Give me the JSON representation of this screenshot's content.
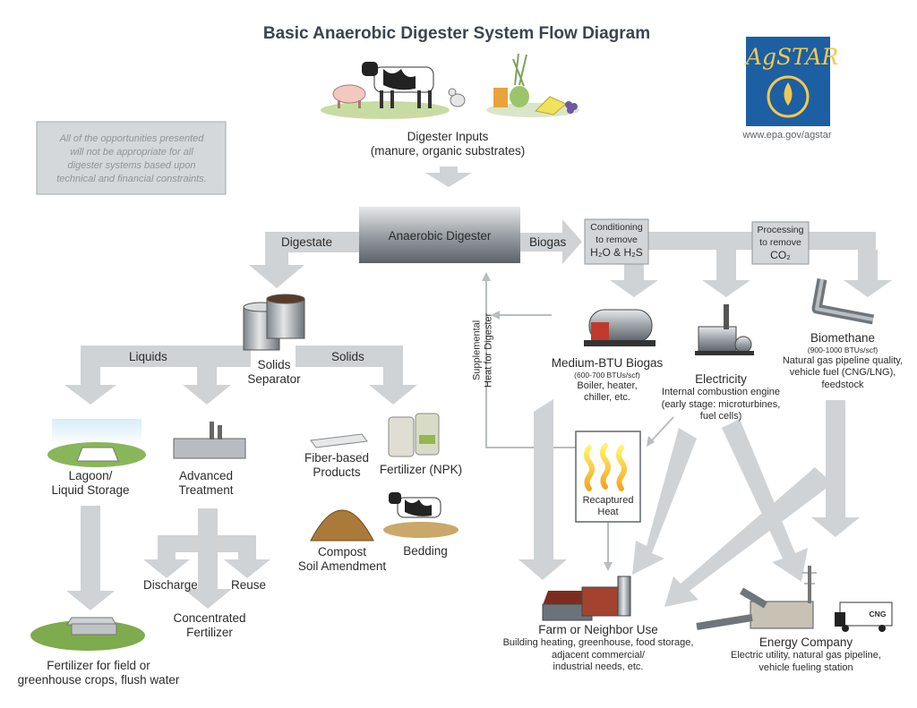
{
  "title": "Basic Anaerobic Digester System Flow Diagram",
  "logo": {
    "text": "AgSTAR",
    "url": "www.epa.gov/agstar",
    "color": "#1d5fa3"
  },
  "note": "All of the opportunities presented will not be appropriate for all digester systems based upon technical and financial constraints.",
  "colors": {
    "arrow": "#cfd3d6",
    "box": "#d3d6d8",
    "box_border": "#9aa1a6",
    "text": "#2b2b2b",
    "title": "#3a4451"
  },
  "nodes": {
    "inputs": {
      "label": "Digester Inputs",
      "sub": "(manure, organic substrates)"
    },
    "digester": {
      "label": "Anaerobic Digester"
    },
    "conditioning": {
      "l1": "Conditioning",
      "l2": "to remove",
      "l3": "H₂O & H₂S"
    },
    "processing": {
      "l1": "Processing",
      "l2": "to remove",
      "l3": "CO₂"
    },
    "biogas_mid": {
      "label": "Medium-BTU Biogas",
      "btu": "(600-700 BTUs/scf)",
      "uses1": "Boiler, heater,",
      "uses2": "chiller, etc."
    },
    "electricity": {
      "label": "Electricity",
      "d1": "Internal combustion engine",
      "d2": "(early stage: microturbines,",
      "d3": "fuel cells)"
    },
    "biomethane": {
      "label": "Biomethane",
      "btu": "(900-1000 BTUs/scf)",
      "d1": "Natural gas pipeline quality,",
      "d2": "vehicle fuel (CNG/LNG),",
      "d3": "feedstock"
    },
    "recaptured_heat": {
      "l1": "Recaptured",
      "l2": "Heat"
    },
    "farm": {
      "label": "Farm or Neighbor Use",
      "d1": "Building heating, greenhouse, food storage,",
      "d2": "adjacent commercial/",
      "d3": "industrial needs, etc."
    },
    "energy": {
      "label": "Energy Company",
      "d1": "Electric utility, natural gas pipeline,",
      "d2": "vehicle fueling station",
      "truck": "CNG"
    },
    "separator": {
      "l1": "Solids",
      "l2": "Separator"
    },
    "lagoon": {
      "l1": "Lagoon/",
      "l2": "Liquid Storage"
    },
    "advanced": {
      "l1": "Advanced",
      "l2": "Treatment"
    },
    "fiber": {
      "l1": "Fiber-based",
      "l2": "Products"
    },
    "fertilizer_npk": {
      "label": "Fertilizer (NPK)"
    },
    "compost": {
      "l1": "Compost",
      "l2": "Soil Amendment"
    },
    "bedding": {
      "label": "Bedding"
    },
    "field": {
      "l1": "Fertilizer for field or",
      "l2": "greenhouse crops, flush water"
    },
    "concentrated": {
      "l1": "Concentrated",
      "l2": "Fertilizer"
    }
  },
  "arrows": {
    "digestate": "Digestate",
    "biogas": "Biogas",
    "liquids": "Liquids",
    "solids": "Solids",
    "discharge": "Discharge",
    "reuse": "Reuse",
    "supplemental1": "Supplemental",
    "supplemental2": "Heat for Digester"
  }
}
